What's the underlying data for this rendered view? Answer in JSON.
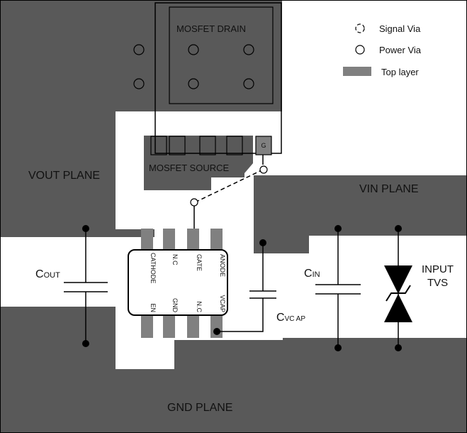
{
  "colors": {
    "plane": "#595959",
    "copper": "#808080",
    "line": "#000000",
    "background": "#ffffff"
  },
  "legend": {
    "signal_via": "Signal Via",
    "power_via": "Power Via",
    "top_layer": "Top layer"
  },
  "planes": {
    "vout": "VOUT PLANE",
    "vin": "VIN PLANE",
    "gnd": "GND PLANE",
    "mosfet_drain": "MOSFET DRAIN",
    "mosfet_source": "MOSFET SOURCE"
  },
  "mosfet": {
    "gate_pin": "G"
  },
  "ic": {
    "top_pins": [
      "CATHODE",
      "N.C",
      "GATE",
      "ANODE"
    ],
    "bottom_pins": [
      "EN",
      "GND",
      "N.C",
      "VCAP"
    ]
  },
  "components": {
    "cout_main": "C",
    "cout_sub": "OUT",
    "cin_main": "C",
    "cin_sub": "IN",
    "cvcap_main": "C",
    "cvcap_sub": "VC AP",
    "tvs_line1": "INPUT",
    "tvs_line2": "TVS"
  }
}
